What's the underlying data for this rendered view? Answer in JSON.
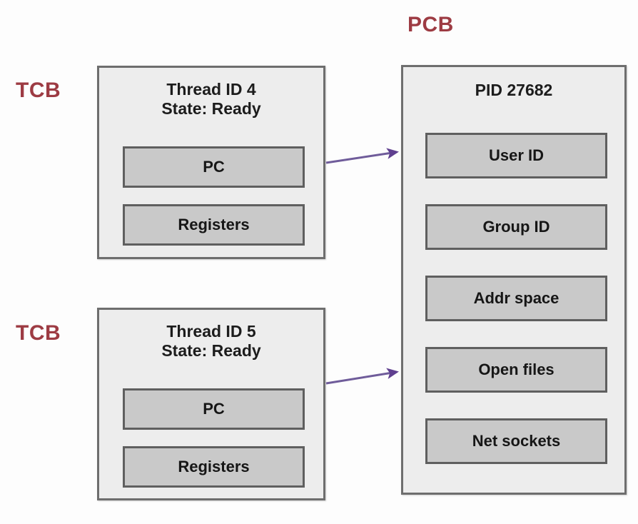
{
  "diagram": {
    "title_labels": {
      "tcb_1": "TCB",
      "tcb_2": "TCB",
      "pcb": "PCB"
    },
    "accent_color": "#9d3b43",
    "arrow_color": "#5f3f8f",
    "block_fill": "#ededed",
    "field_fill": "#c9c9c9",
    "border_color": "#6e6e6e"
  },
  "tcb_blocks": [
    {
      "label": "TCB",
      "title": "Thread ID 4\nState: Ready",
      "thread_id": "4",
      "state": "Ready",
      "fields": [
        {
          "name": "pc",
          "label": "PC"
        },
        {
          "name": "registers",
          "label": "Registers"
        }
      ]
    },
    {
      "label": "TCB",
      "title": "Thread ID 5\nState: Ready",
      "thread_id": "5",
      "state": "Ready",
      "fields": [
        {
          "name": "pc",
          "label": "PC"
        },
        {
          "name": "registers",
          "label": "Registers"
        }
      ]
    }
  ],
  "pcb_block": {
    "label": "PCB",
    "title": "PID 27682",
    "pid": "27682",
    "fields": [
      {
        "name": "user-id",
        "label": "User ID"
      },
      {
        "name": "group-id",
        "label": "Group ID"
      },
      {
        "name": "addr-space",
        "label": "Addr space"
      },
      {
        "name": "open-files",
        "label": "Open files"
      },
      {
        "name": "net-sockets",
        "label": "Net sockets"
      }
    ]
  },
  "connectors": [
    {
      "name": "tcb-1-to-pcb",
      "from": "tcb-block-1",
      "to": "pcb-block"
    },
    {
      "name": "tcb-2-to-pcb",
      "from": "tcb-block-2",
      "to": "pcb-block"
    }
  ]
}
